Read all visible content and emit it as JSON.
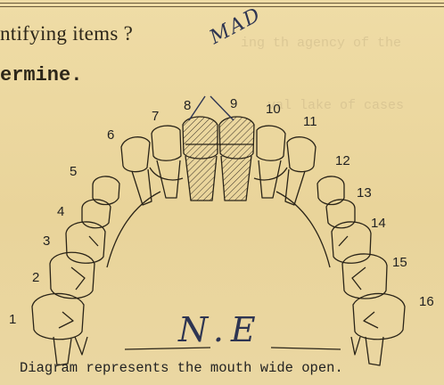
{
  "text": {
    "line1": "ntifying items ?",
    "line2": "ermine."
  },
  "diagram": {
    "numbers": [
      "1",
      "2",
      "3",
      "4",
      "5",
      "6",
      "7",
      "8",
      "9",
      "10",
      "11",
      "12",
      "13",
      "14",
      "15",
      "16"
    ],
    "caption": "Diagram represents the mouth wide open."
  },
  "handwriting": {
    "top": "MAD",
    "bottom": "N.E"
  }
}
